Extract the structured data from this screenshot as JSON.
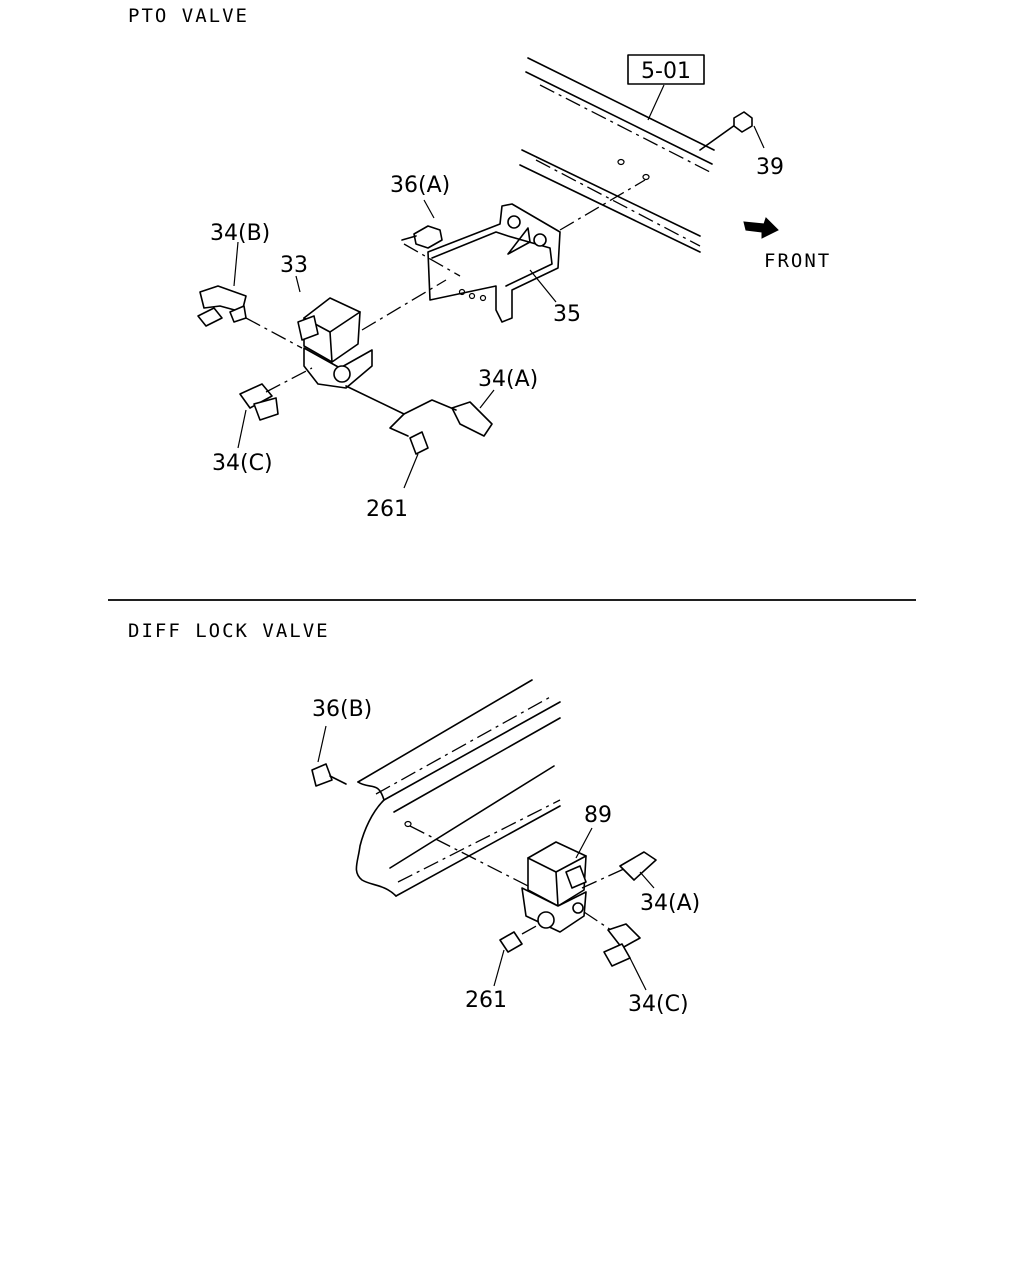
{
  "sections": {
    "pto": {
      "title": "PTO VALVE",
      "labels": {
        "ref": "5-01",
        "l39": "39",
        "l36a": "36(A)",
        "l34b": "34(B)",
        "l33": "33",
        "l35": "35",
        "l34a": "34(A)",
        "l34c": "34(C)",
        "l261": "261",
        "front": "FRONT"
      }
    },
    "diff": {
      "title": "DIFF LOCK VALVE",
      "labels": {
        "l36b": "36(B)",
        "l89": "89",
        "l34a": "34(A)",
        "l261": "261",
        "l34c": "34(C)"
      }
    }
  },
  "icons": {
    "front_arrow": "arrow-right-down-icon"
  }
}
